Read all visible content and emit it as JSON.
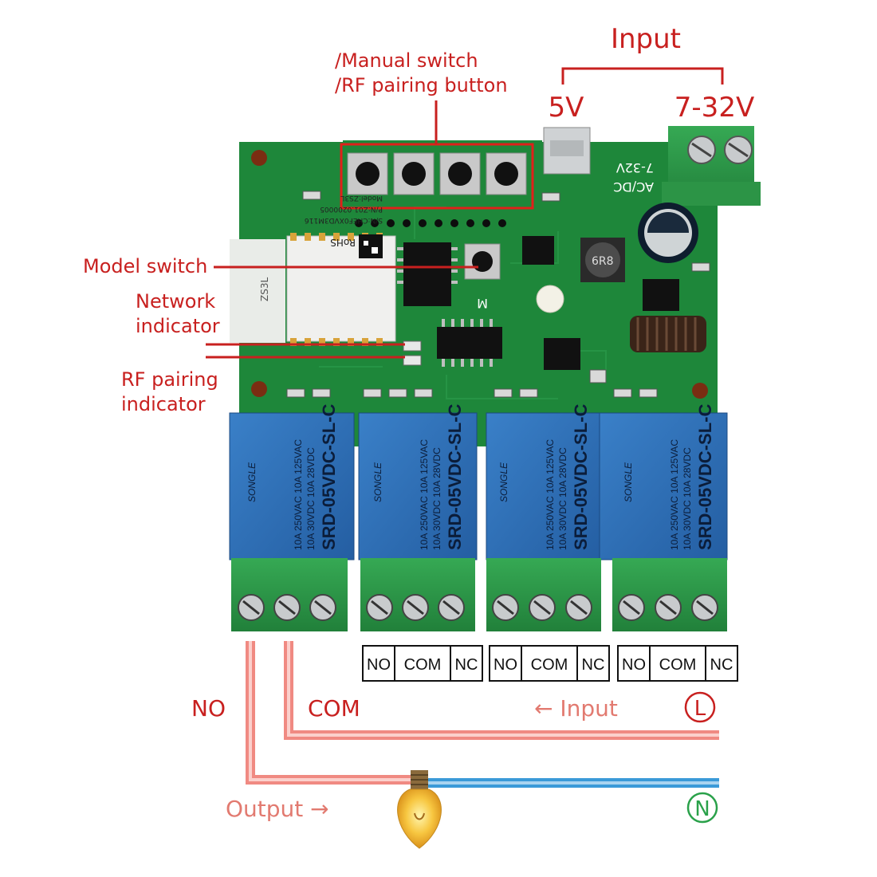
{
  "labels": {
    "input_title": "Input",
    "v5": "5V",
    "v7_32": "7-32V",
    "manual_switch": "/Manual switch",
    "rf_pairing_button": "/RF pairing button",
    "model_switch": "Model switch",
    "network_indicator_1": "Network",
    "network_indicator_2": "indicator",
    "rf_pairing_indicator_1": "RF pairing",
    "rf_pairing_indicator_2": "indicator",
    "no": "NO",
    "com": "COM",
    "input_arrow": "← Input",
    "output_arrow": "Output →",
    "live_symbol": "L",
    "neutral_symbol": "N"
  },
  "board": {
    "power_silkscreen_1": "7-32V",
    "power_silkscreen_2": "AC/DC",
    "inductor_marking": "6R8",
    "button_m_label": "M",
    "module_model": "Model:ZS3L",
    "module_pn": "P/N:Z01.0200005",
    "module_id": "S/N:CHEF0XVD3M116",
    "module_side": "ZS3L",
    "module_rohs": "RoHS"
  },
  "relays": [
    {
      "brand": "SONGLE",
      "model": "SRD-05VDC-SL-C",
      "rating_ac": "10A 250VAC 10A 125VAC",
      "rating_dc": "10A 30VDC 10A 28VDC"
    },
    {
      "brand": "SONGLE",
      "model": "SRD-05VDC-SL-C",
      "rating_ac": "10A 250VAC 10A 125VAC",
      "rating_dc": "10A 30VDC 10A 28VDC"
    },
    {
      "brand": "SONGLE",
      "model": "SRD-05VDC-SL-C",
      "rating_ac": "10A 250VAC 10A 125VAC",
      "rating_dc": "10A 30VDC 10A 28VDC"
    },
    {
      "brand": "SONGLE",
      "model": "SRD-05VDC-SL-C",
      "rating_ac": "10A 250VAC 10A 125VAC",
      "rating_dc": "10A 30VDC 10A 28VDC"
    }
  ],
  "terminal_groups": [
    [
      "NO",
      "COM",
      "NC"
    ],
    [
      "NO",
      "COM",
      "NC"
    ],
    [
      "NO",
      "COM",
      "NC"
    ]
  ],
  "colors": {
    "annotation_red": "#c8201f",
    "board_green": "#1f8a3c",
    "live_wire": "#f08a82",
    "neutral_wire": "#3a9ad8",
    "relay_blue": "#2d6fb8",
    "terminal_green": "#2f9a4a",
    "neutral_symbol": "#2aa14a"
  }
}
